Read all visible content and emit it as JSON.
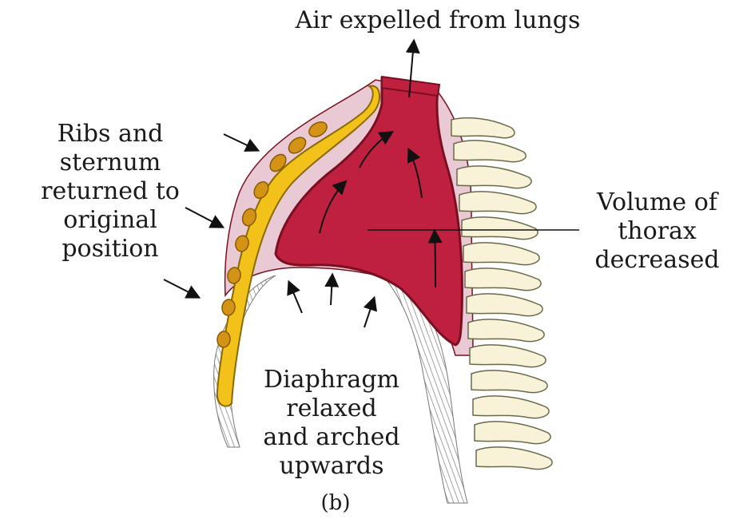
{
  "labels": {
    "air_expelled": "Air expelled from lungs",
    "ribs": [
      "Ribs and",
      "sternum",
      "returned to",
      "original",
      "position"
    ],
    "volume": [
      "Volume of",
      "thorax",
      "decreased"
    ],
    "diaphragm": [
      "Diaphragm",
      "relaxed",
      "and arched",
      "upwards"
    ],
    "panel": "(b)"
  },
  "colors": {
    "lung": "#c0203f",
    "lung_outline": "#7a0f22",
    "pleura": "#e9c9d4",
    "ribs": "#f2c21a",
    "rib_spots": "#c98a10",
    "vertebra": "#f8f2d8",
    "diaphragm_hatch": "#8a8a8a",
    "text": "#1a1a1a"
  }
}
